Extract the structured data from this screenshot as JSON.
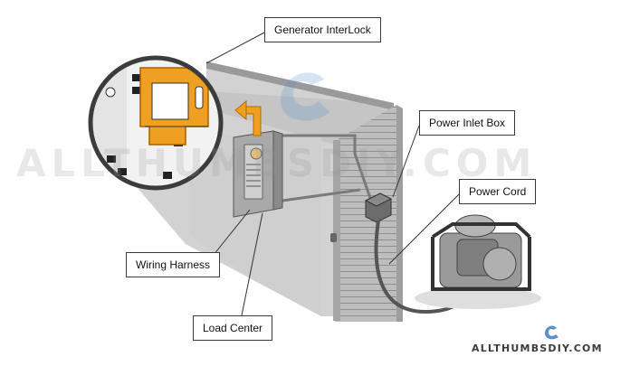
{
  "labels": {
    "interlock": "Generator InterLock",
    "inlet_box": "Power Inlet Box",
    "power_cord": "Power Cord",
    "wiring_harness": "Wiring Harness",
    "load_center": "Load Center"
  },
  "watermark": {
    "main": "ALLTHUMBSDIY.COM",
    "footer": "ALLTHUMBSDIY.COM"
  },
  "colors": {
    "interlock_orange": "#f0a020",
    "wall_gray": "#c8c8c8",
    "siding_gray": "#b4b4b4",
    "panel_gray": "#a9a9a9",
    "logo_blue": "#5a8fd0"
  }
}
